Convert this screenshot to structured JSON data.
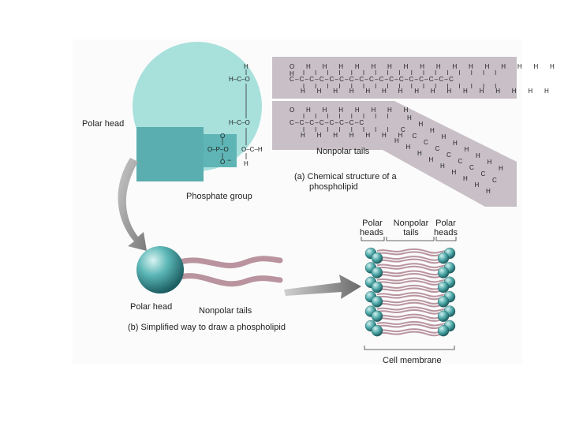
{
  "labels": {
    "polar_head_a": "Polar head",
    "phosphate_group": "Phosphate group",
    "nonpolar_tails_a": "Nonpolar tails",
    "caption_a_line1": "(a) Chemical structure of a",
    "caption_a_line2": "phospholipid",
    "polar_head_b": "Polar head",
    "nonpolar_tails_b": "Nonpolar tails",
    "caption_b": "(b) Simplified way to draw a phospholipid",
    "polar_heads_left_1": "Polar",
    "polar_heads_left_2": "heads",
    "nonpolar_tails_mid_1": "Nonpolar",
    "nonpolar_tails_mid_2": "tails",
    "polar_heads_right_1": "Polar",
    "polar_heads_right_2": "heads",
    "cell_membrane": "Cell membrane"
  },
  "chem": {
    "glycerol": {
      "h_top": "H",
      "row1": "H–C–O",
      "row2": "H–C–O",
      "row3": "O–C–H",
      "h_bottom": "H"
    },
    "phosphate": {
      "o_top": "O",
      "row": "O–P–O",
      "o_bottom": "O",
      "charge": "−"
    },
    "tail_upper_chain": "C–C–C–C–C–C–C–C–C–C–C–C–C–C–C–C–C",
    "tail_upper_h_row": "O H H H H H H H H H H H H H H H H H",
    "tail_upper_h_bottom": "H H H H H H H H H H H H H H H H",
    "tail_lower_chain": "C–C–C–C–C–C–C–C",
    "tail_lower_h_row": "O H H H H H H H",
    "tail_lower_h_bottom": "H H H H H H H",
    "atom_c": "C",
    "atom_h": "H"
  },
  "colors": {
    "head_teal": "#a8e0dc",
    "phosphate_teal": "#5fb5b5",
    "tail_gray": "#c8c0c6",
    "sphere_teal": "#4aa8a8",
    "tail_pink": "#b9949f",
    "arrow_gray": "#8a8a8a"
  }
}
